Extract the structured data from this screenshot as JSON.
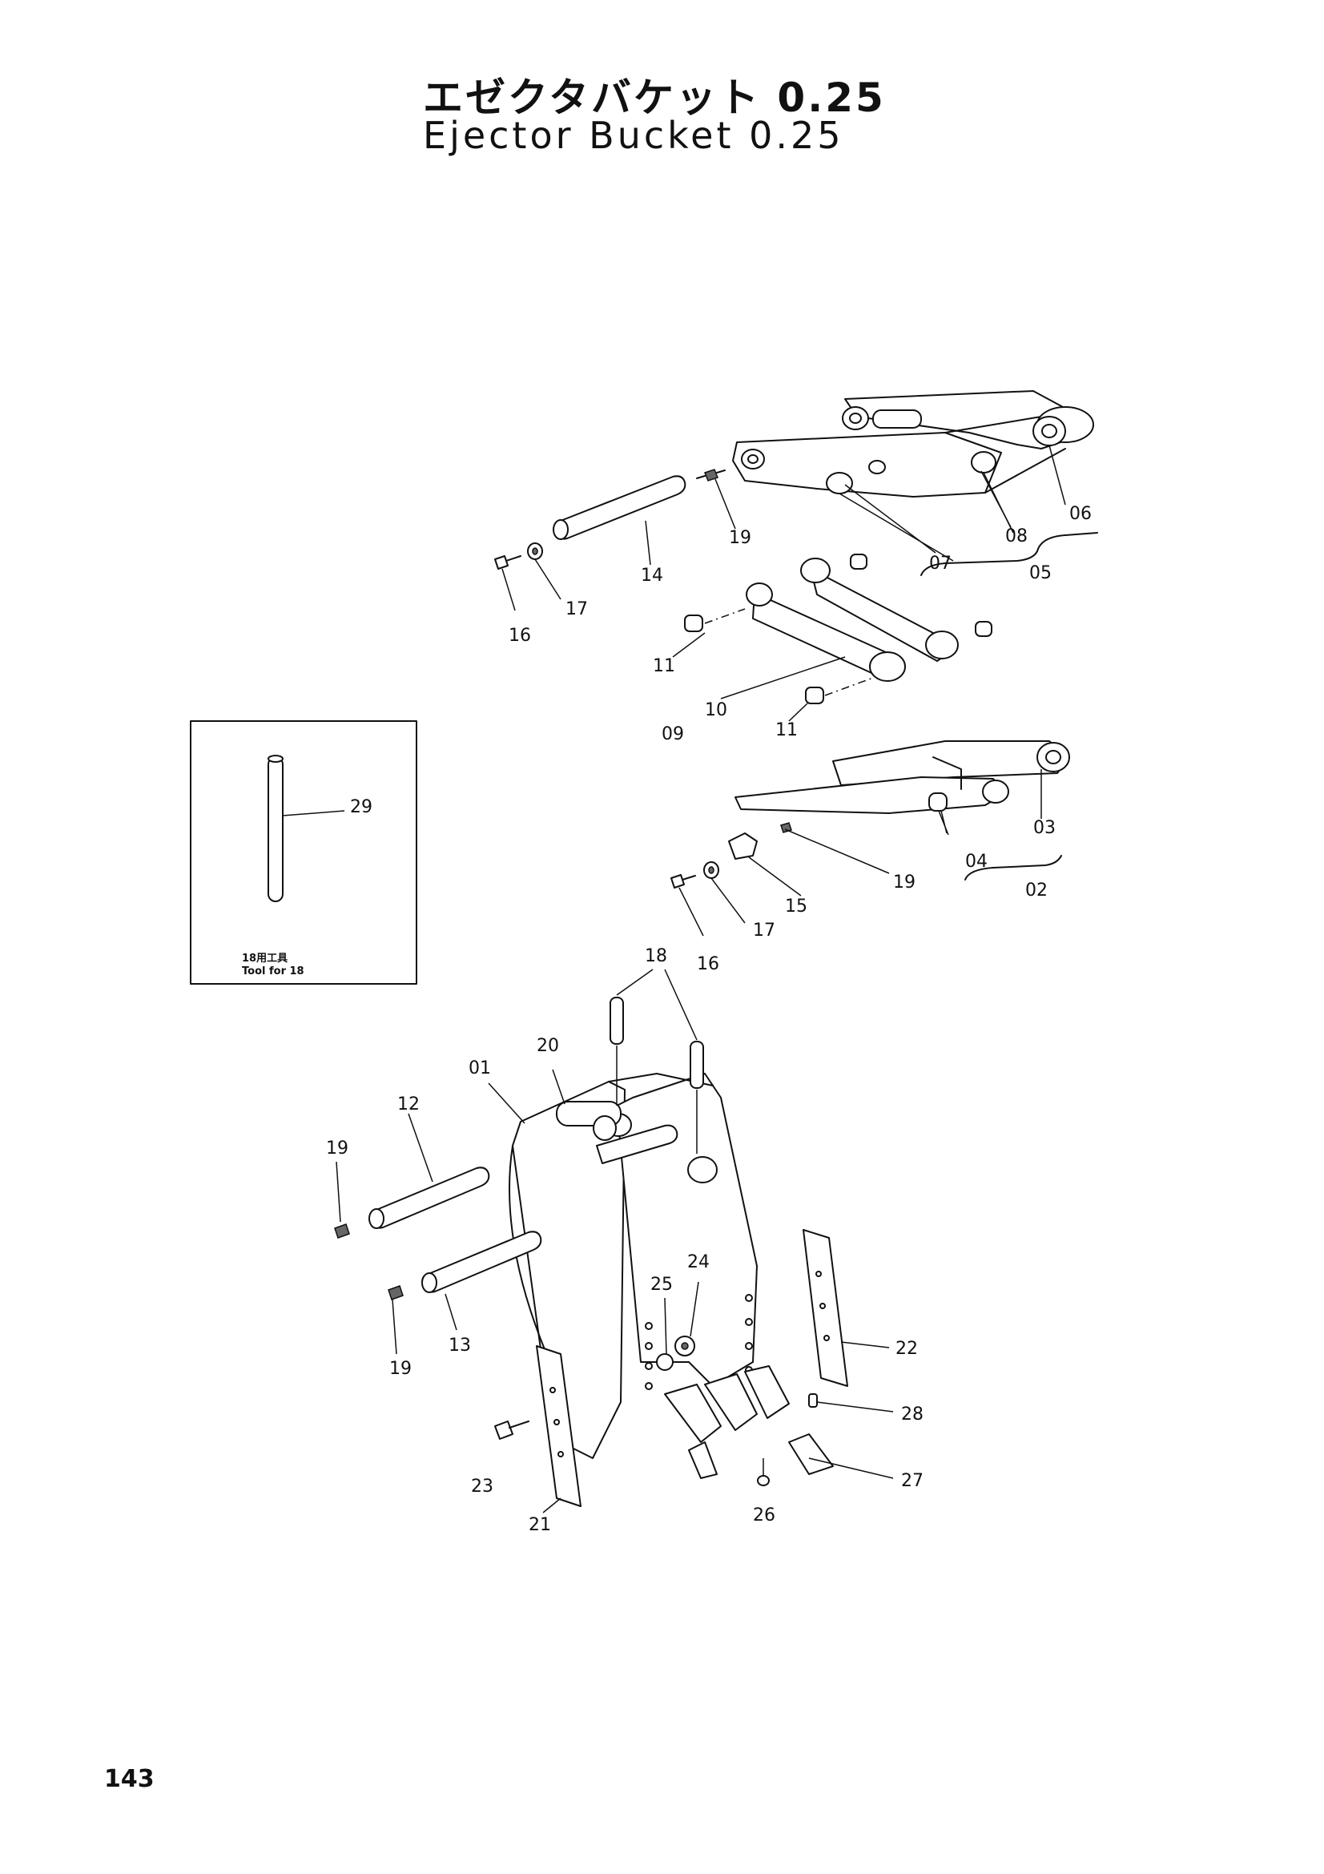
{
  "header": {
    "title_jp": "エゼクタバケット 0.25",
    "title_en": "Ejector Bucket 0.25"
  },
  "inset": {
    "caption_jp": "18用工具",
    "caption_en": "Tool for 18"
  },
  "callouts": {
    "p01": "01",
    "p02": "02",
    "p03": "03",
    "p04": "04",
    "p05": "05",
    "p06": "06",
    "p07": "07",
    "p08": "08",
    "p09": "09",
    "p10": "10",
    "p11a": "11",
    "p11b": "11",
    "p12": "12",
    "p13": "13",
    "p14": "14",
    "p15": "15",
    "p16a": "16",
    "p16b": "16",
    "p17a": "17",
    "p17b": "17",
    "p18": "18",
    "p19a": "19",
    "p19b": "19",
    "p19c": "19",
    "p19d": "19",
    "p20": "20",
    "p21": "21",
    "p22": "22",
    "p23": "23",
    "p24": "24",
    "p25": "25",
    "p26": "26",
    "p27": "27",
    "p28": "28",
    "p29": "29"
  },
  "footer": {
    "page_number": "143"
  }
}
